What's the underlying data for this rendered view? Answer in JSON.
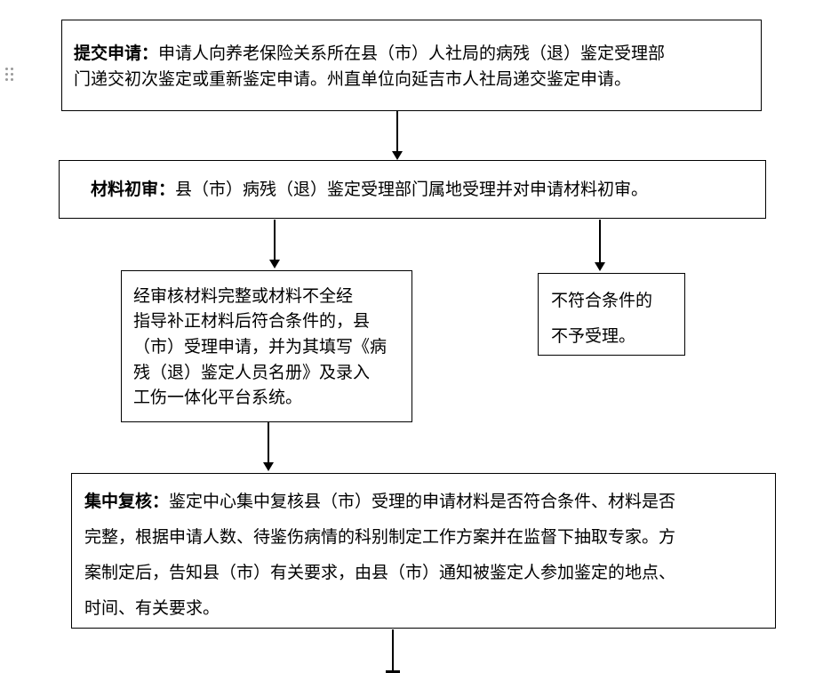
{
  "steps": {
    "submit": {
      "title": "提交申请：",
      "lines": [
        "申请人向养老保险关系所在县（市）人社局的病残（退）鉴定受理部",
        "门递交初次鉴定或重新鉴定申请。州直单位向延吉市人社局递交鉴定申请。"
      ]
    },
    "initial_review": {
      "title": "材料初审：",
      "lines": [
        "县（市）病残（退）鉴定受理部门属地受理并对申请材料初审。"
      ]
    },
    "accepted": {
      "lines": [
        "经审核材料完整或材料不全经",
        "指导补正材料后符合条件的，县",
        "（市）受理申请，并为其填写《病",
        "残（退）鉴定人员名册》及录入",
        "工伤一体化平台系统。"
      ]
    },
    "rejected": {
      "lines": [
        "不符合条件的",
        "不予受理。"
      ]
    },
    "central_review": {
      "title": "集中复核：",
      "lines": [
        "鉴定中心集中复核县（市）受理的申请材料是否符合条件、材料是否",
        "完整，根据申请人数、待鉴伤病情的科别制定工作方案并在监督下抽取专家。方",
        "案制定后，告知县（市）有关要求，由县（市）通知被鉴定人参加鉴定的地点、",
        "时间、有关要求。"
      ]
    }
  }
}
